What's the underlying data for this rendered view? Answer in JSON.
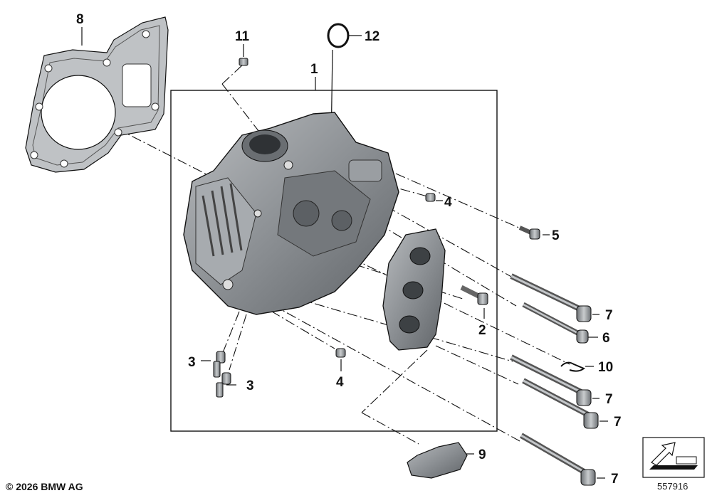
{
  "callouts": {
    "c1": "1",
    "c2": "2",
    "c3a": "3",
    "c3b": "3",
    "c4a": "4",
    "c4b": "4",
    "c5": "5",
    "c6": "6",
    "c7a": "7",
    "c7b": "7",
    "c7c": "7",
    "c7d": "7",
    "c8": "8",
    "c9": "9",
    "c10": "10",
    "c11": "11",
    "c12": "12"
  },
  "footer": {
    "copyright": "© 2026 BMW AG",
    "diagram_number": "557916"
  },
  "colors": {
    "ink": "#111111",
    "part_fill": "#8e9296",
    "part_dark": "#55595d",
    "part_light": "#c4c7ca"
  },
  "icons": [
    "view-direction-icon"
  ]
}
